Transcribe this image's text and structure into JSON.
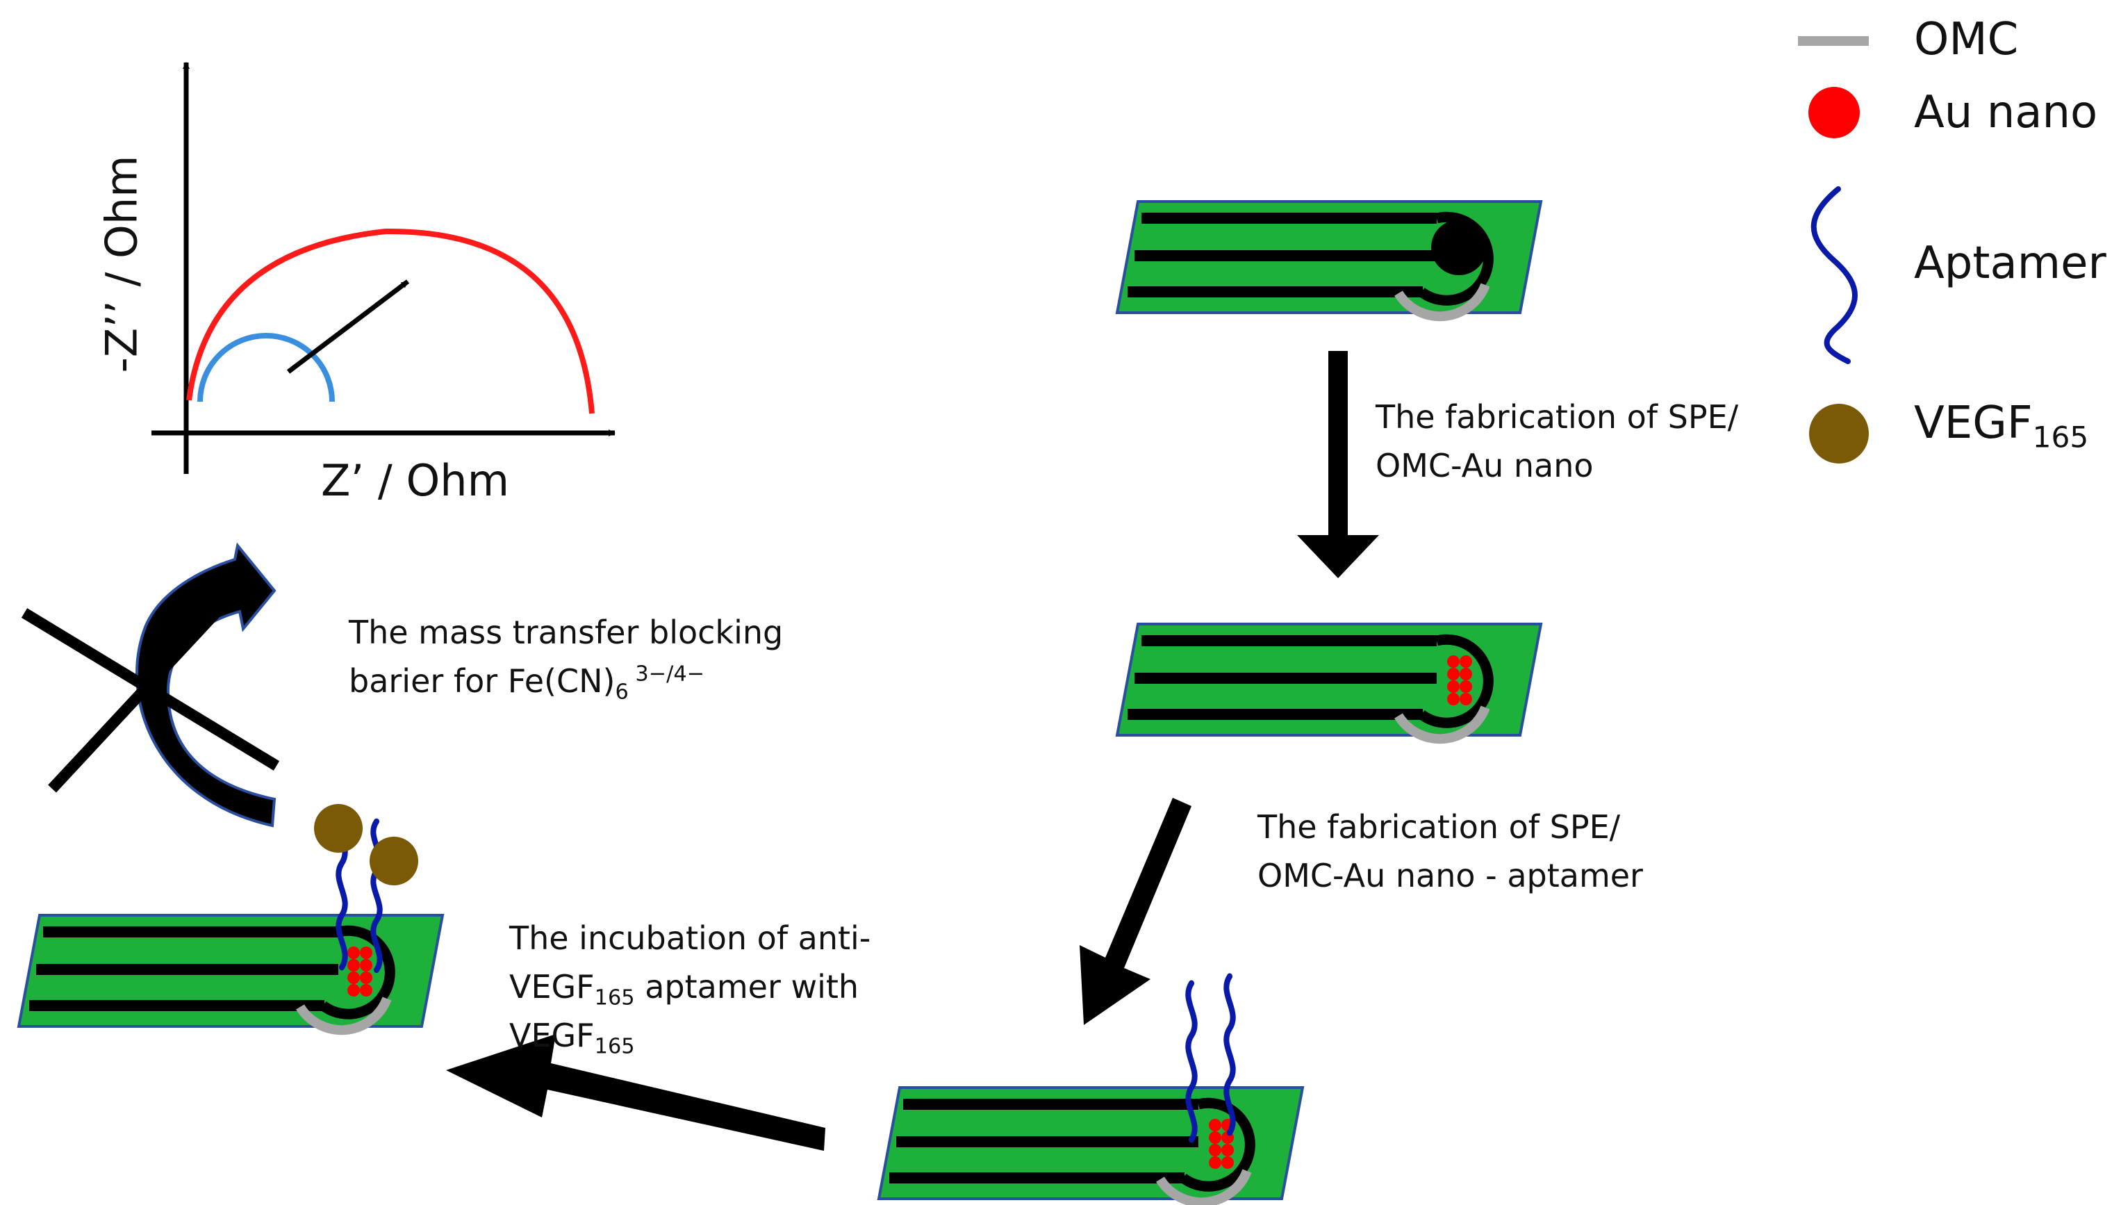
{
  "legend": {
    "omc": "OMC",
    "au_nano": "Au nano",
    "aptamer": "Aptamer",
    "vegf_base": "VEGF",
    "vegf_sub": "165"
  },
  "nyquist": {
    "y_label": "-Z’’ / Ohm",
    "x_label": "Z’ / Ohm"
  },
  "steps": {
    "step1": {
      "line1": "The fabrication of SPE/",
      "line2": "OMC-Au nano"
    },
    "step2": {
      "line1": "The fabrication of SPE/",
      "line2": "OMC-Au nano - aptamer"
    },
    "step3": {
      "line1": "The incubation of anti-",
      "line2_base": "VEGF",
      "line2_sub": "165",
      "line2_rest": " aptamer with",
      "line3_base": "VEGF",
      "line3_sub": "165"
    },
    "block": {
      "line1": "The mass transfer blocking",
      "line2_base": "barier for Fe(CN)",
      "line2_sub": "6",
      "line2_sup": " 3−/4−"
    }
  },
  "colors": {
    "electrode_green": "#1db03a",
    "electrode_border": "#2b4fa0",
    "track_black": "#000000",
    "omc_gray": "#a6a6a6",
    "au_red": "#ff0000",
    "aptamer_blue": "#0a1aa8",
    "vegf_brown": "#7a5a06",
    "curve_red": "#ff1a1a",
    "curve_blue": "#3a8ee0"
  }
}
